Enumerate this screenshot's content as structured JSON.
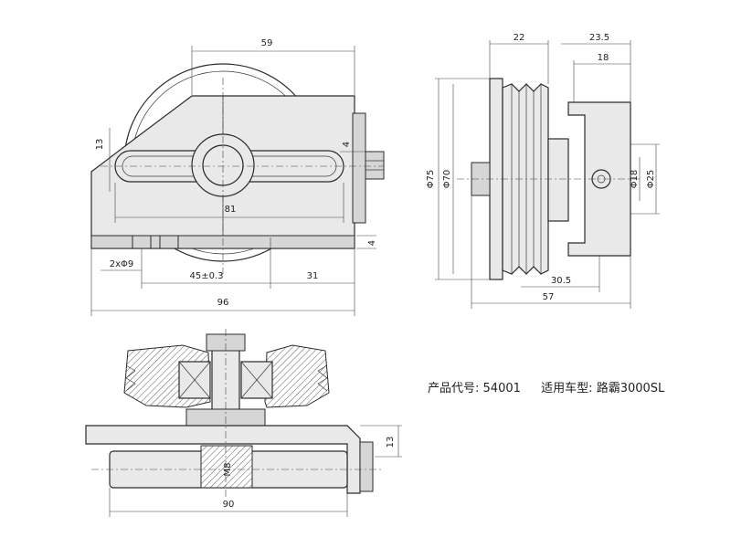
{
  "front_view": {
    "dim_width_top": "59",
    "dim_slot_height": "13",
    "dim_bolt": "4",
    "dim_slot_length": "81",
    "dim_plate": "4",
    "dim_holes": "2xΦ9",
    "dim_hole_spacing": "45±0.3",
    "dim_hole_offset": "31",
    "dim_overall_width": "96"
  },
  "side_view": {
    "dim_pulley_width": "22",
    "dim_total_top": "23.5",
    "dim_bracket": "18",
    "dim_outer_dia": "Φ75",
    "dim_groove_dia": "Φ70",
    "dim_bore": "Φ18",
    "dim_boss": "Φ25",
    "dim_offset": "30.5",
    "dim_total": "57"
  },
  "section_view": {
    "dim_height": "13",
    "dim_thread": "M8",
    "dim_width": "90"
  },
  "product": {
    "code_label": "产品代号:",
    "code_value": "54001",
    "vehicle_label": "适用车型:",
    "vehicle_value": "路霸3000SL"
  }
}
